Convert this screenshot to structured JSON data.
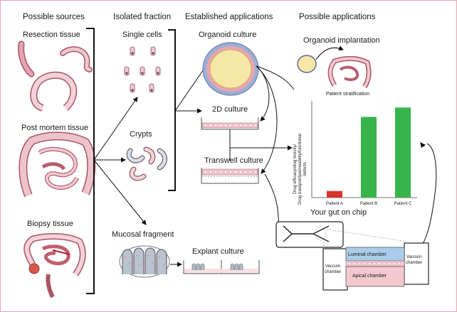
{
  "headers": {
    "possible_sources": "Possible sources",
    "isolated_fraction": "Isolated fraction",
    "established_applications": "Established applications",
    "possible_applications": "Possible applications"
  },
  "sources": {
    "resection": "Resection tissue",
    "post_mortem": "Post mortem tissue",
    "biopsy": "Biopsy tissue"
  },
  "fractions": {
    "single_cells": "Single cells",
    "crypts": "Crypts",
    "mucosal": "Mucosal fragment"
  },
  "established": {
    "organoid": "Organoid culture",
    "culture_2d": "2D culture",
    "transwell": "Transwell culture",
    "explant": "Explant culture"
  },
  "possible": {
    "implantation": "Organoid implantation",
    "stratification": "Patient stratification",
    "gut_chip": "Your gut on chip"
  },
  "chip": {
    "luminal": "Luminal chamber",
    "apical": "Apical chamber",
    "vacuum_left_1": "Vaccum",
    "vacuum_left_2": "chamber",
    "vacuum_right_1": "Vaccum",
    "vacuum_right_2": "chamber"
  },
  "chart_data": {
    "type": "bar",
    "title": "Patient stratification",
    "ylabel_line1": "Drug efficacy/drug toxicity/",
    "ylabel_line2": "Drug transport/permeability/functional",
    "ylabel_line3": "defects",
    "categories": [
      "Patient A",
      "Patient B",
      "Patient C"
    ],
    "values": [
      0.07,
      0.86,
      0.96
    ],
    "colors": [
      "#d9342b",
      "#38b54a",
      "#38b54a"
    ],
    "ylim": [
      0,
      1
    ]
  },
  "colors": {
    "frame": "#e7a8b8",
    "organoid_fill": "#f4e7a3",
    "tissue_pink": "#e8a7b3",
    "luminal_blue": "#a9cdea",
    "apical_pink": "#f3c9cf"
  }
}
